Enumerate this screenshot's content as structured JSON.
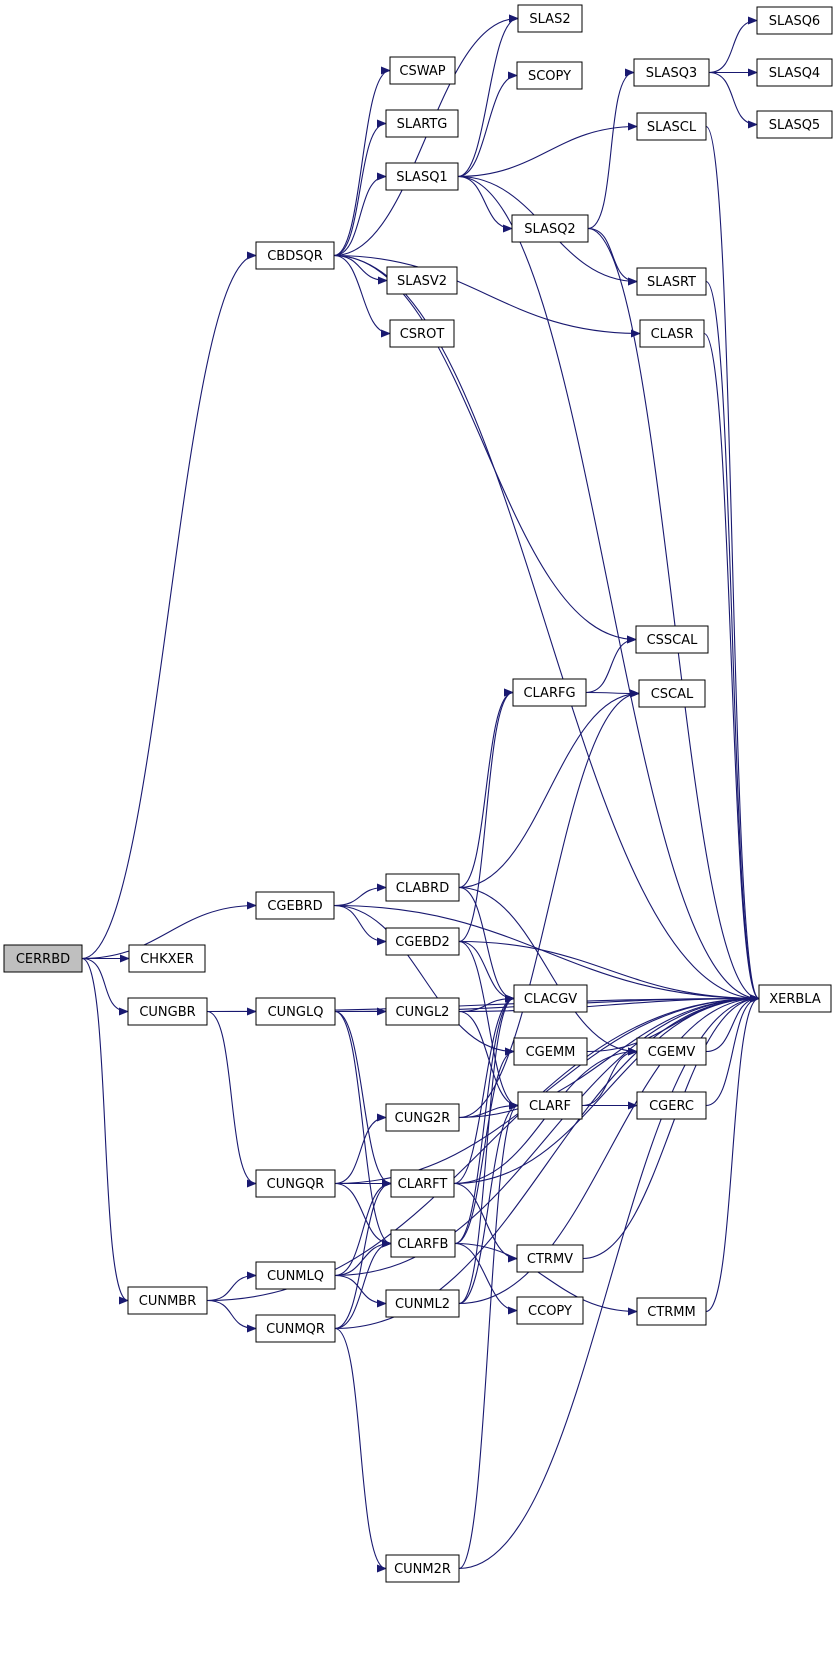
{
  "graph": {
    "root": "CERRBD",
    "nodes": {
      "CERRBD": "CERRBD",
      "CHKXER": "CHKXER",
      "CBDSQR": "CBDSQR",
      "CGEBRD": "CGEBRD",
      "CUNGBR": "CUNGBR",
      "CUNMBR": "CUNMBR",
      "SLAS2": "SLAS2",
      "CSWAP": "CSWAP",
      "SLARTG": "SLARTG",
      "SLASQ1": "SLASQ1",
      "SCOPY": "SCOPY",
      "SLASQ3": "SLASQ3",
      "SLASQ6": "SLASQ6",
      "SLASQ4": "SLASQ4",
      "SLASQ5": "SLASQ5",
      "SLASCL": "SLASCL",
      "SLASQ2": "SLASQ2",
      "SLASRT": "SLASRT",
      "SLASV2": "SLASV2",
      "CSROT": "CSROT",
      "CLASR": "CLASR",
      "CSSCAL": "CSSCAL",
      "CLARFG": "CLARFG",
      "CSCAL": "CSCAL",
      "CLABRD": "CLABRD",
      "CGEBD2": "CGEBD2",
      "CUNGLQ": "CUNGLQ",
      "CUNGL2": "CUNGL2",
      "CLACGV": "CLACGV",
      "CGEMM": "CGEMM",
      "CGEMV": "CGEMV",
      "XERBLA": "XERBLA",
      "CLARF": "CLARF",
      "CGERC": "CGERC",
      "CUNG2R": "CUNG2R",
      "CUNGQR": "CUNGQR",
      "CLARFT": "CLARFT",
      "CLARFB": "CLARFB",
      "CTRMV": "CTRMV",
      "CUNMLQ": "CUNMLQ",
      "CUNML2": "CUNML2",
      "CCOPY": "CCOPY",
      "CTRMM": "CTRMM",
      "CUNMQR": "CUNMQR",
      "CUNM2R": "CUNM2R"
    },
    "edges": [
      [
        "CERRBD",
        "CHKXER"
      ],
      [
        "CERRBD",
        "CBDSQR"
      ],
      [
        "CERRBD",
        "CGEBRD"
      ],
      [
        "CERRBD",
        "CUNGBR"
      ],
      [
        "CERRBD",
        "CUNMBR"
      ],
      [
        "CBDSQR",
        "SLAS2"
      ],
      [
        "CBDSQR",
        "CSWAP"
      ],
      [
        "CBDSQR",
        "SLARTG"
      ],
      [
        "CBDSQR",
        "SLASQ1"
      ],
      [
        "CBDSQR",
        "SLASV2"
      ],
      [
        "CBDSQR",
        "CSROT"
      ],
      [
        "CBDSQR",
        "CLASR"
      ],
      [
        "CBDSQR",
        "CSSCAL"
      ],
      [
        "CBDSQR",
        "XERBLA"
      ],
      [
        "SLASQ1",
        "SLAS2"
      ],
      [
        "SLASQ1",
        "SCOPY"
      ],
      [
        "SLASQ1",
        "SLASCL"
      ],
      [
        "SLASQ1",
        "SLASQ2"
      ],
      [
        "SLASQ1",
        "SLASRT"
      ],
      [
        "SLASQ1",
        "XERBLA"
      ],
      [
        "SLASQ2",
        "SLASQ3"
      ],
      [
        "SLASQ2",
        "SLASRT"
      ],
      [
        "SLASQ2",
        "XERBLA"
      ],
      [
        "SLASQ3",
        "SLASQ6"
      ],
      [
        "SLASQ3",
        "SLASQ4"
      ],
      [
        "SLASQ3",
        "SLASQ5"
      ],
      [
        "SLASCL",
        "XERBLA"
      ],
      [
        "SLASRT",
        "XERBLA"
      ],
      [
        "CLASR",
        "XERBLA"
      ],
      [
        "CGEBRD",
        "CLABRD"
      ],
      [
        "CGEBRD",
        "CGEBD2"
      ],
      [
        "CGEBRD",
        "CGEMM"
      ],
      [
        "CGEBRD",
        "XERBLA"
      ],
      [
        "CLABRD",
        "CLARFG"
      ],
      [
        "CLABRD",
        "CSCAL"
      ],
      [
        "CLABRD",
        "CLACGV"
      ],
      [
        "CLABRD",
        "CGEMV"
      ],
      [
        "CGEBD2",
        "CLARFG"
      ],
      [
        "CGEBD2",
        "CLACGV"
      ],
      [
        "CGEBD2",
        "CLARF"
      ],
      [
        "CGEBD2",
        "XERBLA"
      ],
      [
        "CLARFG",
        "CSSCAL"
      ],
      [
        "CLARFG",
        "CSCAL"
      ],
      [
        "CUNGBR",
        "CUNGLQ"
      ],
      [
        "CUNGBR",
        "CUNGQR"
      ],
      [
        "CUNGBR",
        "XERBLA"
      ],
      [
        "CUNGLQ",
        "CUNGL2"
      ],
      [
        "CUNGLQ",
        "CLARFT"
      ],
      [
        "CUNGLQ",
        "CLARFB"
      ],
      [
        "CUNGLQ",
        "XERBLA"
      ],
      [
        "CUNGL2",
        "CLACGV"
      ],
      [
        "CUNGL2",
        "CLARF"
      ],
      [
        "CUNGL2",
        "XERBLA"
      ],
      [
        "CUNGQR",
        "CUNG2R"
      ],
      [
        "CUNGQR",
        "CLARFT"
      ],
      [
        "CUNGQR",
        "CLARFB"
      ],
      [
        "CUNGQR",
        "XERBLA"
      ],
      [
        "CUNG2R",
        "CSCAL"
      ],
      [
        "CUNG2R",
        "CLARF"
      ],
      [
        "CUNG2R",
        "XERBLA"
      ],
      [
        "CLARF",
        "CGEMV"
      ],
      [
        "CLARF",
        "CGERC"
      ],
      [
        "CGEMM",
        "XERBLA"
      ],
      [
        "CGEMV",
        "XERBLA"
      ],
      [
        "CGERC",
        "XERBLA"
      ],
      [
        "CLARFT",
        "CLACGV"
      ],
      [
        "CLARFT",
        "CGEMV"
      ],
      [
        "CLARFT",
        "CTRMV"
      ],
      [
        "CLARFT",
        "XERBLA"
      ],
      [
        "CLARFB",
        "CLACGV"
      ],
      [
        "CLARFB",
        "CGEMM"
      ],
      [
        "CLARFB",
        "CCOPY"
      ],
      [
        "CLARFB",
        "CTRMM"
      ],
      [
        "CTRMV",
        "XERBLA"
      ],
      [
        "CTRMM",
        "XERBLA"
      ],
      [
        "CUNMBR",
        "CUNMLQ"
      ],
      [
        "CUNMBR",
        "CUNMQR"
      ],
      [
        "CUNMBR",
        "XERBLA"
      ],
      [
        "CUNMLQ",
        "CLARFT"
      ],
      [
        "CUNMLQ",
        "CLARFB"
      ],
      [
        "CUNMLQ",
        "CUNML2"
      ],
      [
        "CUNMLQ",
        "XERBLA"
      ],
      [
        "CUNML2",
        "CLACGV"
      ],
      [
        "CUNML2",
        "CLARF"
      ],
      [
        "CUNML2",
        "XERBLA"
      ],
      [
        "CUNMQR",
        "CLARFT"
      ],
      [
        "CUNMQR",
        "CLARFB"
      ],
      [
        "CUNMQR",
        "CUNM2R"
      ],
      [
        "CUNMQR",
        "XERBLA"
      ],
      [
        "CUNM2R",
        "CLARF"
      ],
      [
        "CUNM2R",
        "XERBLA"
      ]
    ]
  },
  "colors": {
    "edge": "#191970",
    "node_border": "#000000",
    "node_fill": "#ffffff",
    "root_fill": "#bfbfbf"
  }
}
